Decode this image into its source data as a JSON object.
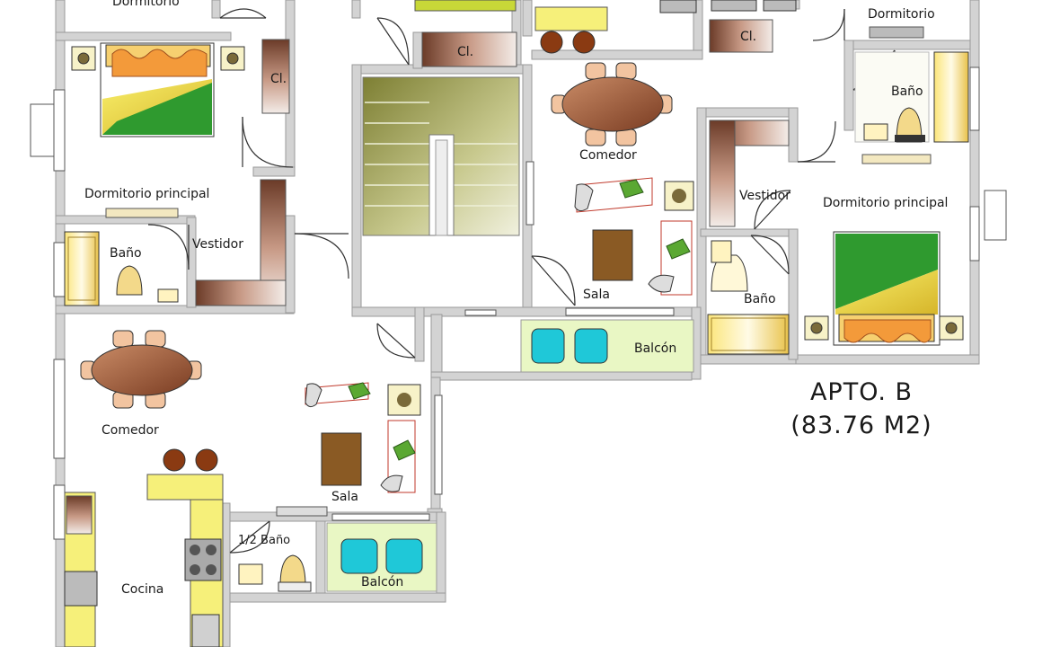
{
  "apartment": {
    "name": "APTO. B",
    "area": "(83.76 M2)"
  },
  "labels": {
    "dorm_top_left": "Dormitorio",
    "closet_left": "Cl.",
    "closet_center": "Cl.",
    "closet_right": "Cl.",
    "dorm_top_right": "Dormitorio",
    "master_left": "Dormitorio principal",
    "bath_left": "Baño",
    "walkin_left": "Vestidor",
    "dining_left": "Comedor",
    "living_left": "Sala",
    "half_bath": "1/2 Baño",
    "balcony_left": "Balcón",
    "kitchen": "Cocina",
    "dining_right": "Comedor",
    "living_right": "Sala",
    "walkin_right": "Vestidor",
    "master_right": "Dormitorio principal",
    "bath_right_top": "Baño",
    "bath_right": "Baño",
    "balcony_right": "Balcón"
  },
  "colors": {
    "wall": "#d3d3d3",
    "wall_edge": "#9a9a9a",
    "wood": "#8a5a3c",
    "table": "#a0593a",
    "chair": "#f2c4a0",
    "bed_yellow": "#f3df38",
    "bed_green": "#2f9a2f",
    "pillow": "#f39a3a",
    "balcony_floor": "#e9f7c4",
    "balcony_chair": "#1fc8d8",
    "stairs": "#a8ac5a",
    "counter": "#f4f07a"
  },
  "icons": [
    "bed-icon",
    "dining-table-icon",
    "sofa-icon",
    "armchair-icon",
    "toilet-icon",
    "sink-icon",
    "stove-icon",
    "lamp-icon",
    "stairs-icon",
    "door-swing-icon"
  ]
}
